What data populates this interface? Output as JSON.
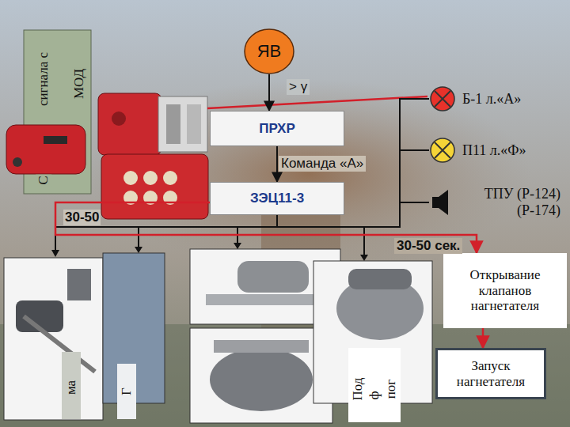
{
  "diagram": {
    "nodes": [
      {
        "text": [
          "ЯВ"
        ]
      },
      {
        "text": [
          "ПРХР"
        ]
      },
      {
        "text": [
          "ЗЭЦ11-3"
        ]
      },
      {
        "text": [
          "Б-1 л.«А»"
        ]
      },
      {
        "text": [
          "П11 л.«Ф»"
        ]
      },
      {
        "text": [
          "ТПУ (Р-124) (Р-174)"
        ]
      },
      {
        "text": [
          "Открывание клапанов нагнетателя"
        ]
      },
      {
        "text": [
          "Запуск нагнетателя"
        ]
      }
    ],
    "edges": [
      {
        "from": 0,
        "to": 1,
        "label": "> γ",
        "arrow": "to"
      },
      {
        "from": 1,
        "to": 2,
        "label": "Команда «А»",
        "arrow": "to"
      },
      {
        "from": 2,
        "to": 3,
        "arrow": "none"
      },
      {
        "from": 2,
        "to": 4,
        "arrow": "none"
      },
      {
        "from": 2,
        "to": 5,
        "arrow": "none"
      },
      {
        "from": 2,
        "to": 6,
        "label": "30-50 сек.",
        "arrow": "to"
      },
      {
        "from": 6,
        "to": 7,
        "arrow": "to"
      }
    ],
    "labels": [
      "С",
      "сигнала с",
      "МОД",
      "30-50",
      "ма",
      "Г",
      "Под",
      "ф",
      "пог"
    ]
  }
}
